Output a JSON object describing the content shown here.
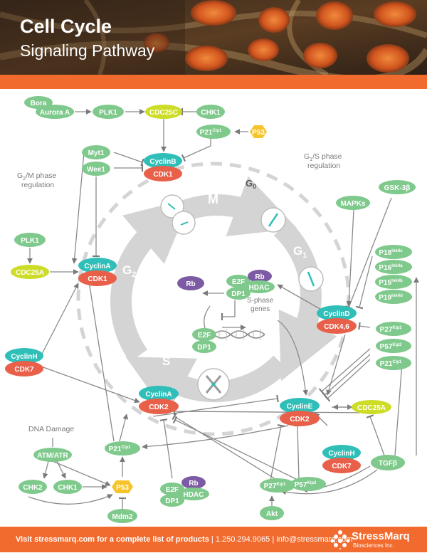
{
  "header": {
    "title": "Cell Cycle",
    "subtitle": "Signaling Pathway"
  },
  "footer": {
    "visit": "Visit stressmarq.com for a complete list of products",
    "sep1": " | ",
    "phone": "1.250.294.9065",
    "sep2": " | ",
    "email": "info@stressmarq.com",
    "brand": "StressMarq",
    "brand_sub": "Biosciences Inc."
  },
  "colors": {
    "green": "#7fc98c",
    "teal": "#2fbfb8",
    "red": "#e8604a",
    "yellow": "#cddc27",
    "purple": "#7c5aa4",
    "gold": "#f5c32a",
    "orange": "#f26b2e",
    "ring": "#d4d4d4"
  },
  "phases": {
    "m": "M",
    "g1": "G",
    "g1_sub": "1",
    "g2": "G",
    "g2_sub": "2",
    "s": "S",
    "g0": "G",
    "g0_sub": "0"
  },
  "labels": {
    "g2m_a": "G",
    "g2m_sub": "2",
    "g2m_b": "/M phase",
    "g2m_c": "regulation",
    "g1s_a": "G",
    "g1s_sub": "1",
    "g1s_b": "/S phase",
    "g1s_c": "regulation",
    "sphase_a": "S-phase",
    "sphase_b": "genes",
    "dna_damage": "DNA Damage"
  },
  "nodes": {
    "bora": "Bora",
    "aurora_a": "Aurora A",
    "plk1_top": "PLK1",
    "cdc25c": "CDC25C",
    "chk1_top": "CHK1",
    "p21_top": "P21",
    "p21_top_sup": "Cip1",
    "p53_top": "P53",
    "myt1": "Myt1",
    "wee1": "Wee1",
    "cyclinb": "CyclinB",
    "cdk1_top": "CDK1",
    "plk1_left": "PLK1",
    "cdc25a_left": "CDC25A",
    "cyclina_left": "CyclinA",
    "cdk1_left": "CDK1",
    "cyclinh_left": "CyclinH",
    "cdk7_left": "CDK7",
    "gsk3b": "GSK-3β",
    "mapks": "MAPKs",
    "cyclind": "CyclinD",
    "cdk46": "CDK4,6",
    "p18": "P18",
    "p18_sup": "Ink4c",
    "p16": "P16",
    "p16_sup": "Ink4a",
    "p15": "P15",
    "p15_sup": "Ink4b",
    "p19": "P19",
    "p19_sup": "Ink4d",
    "p27_right": "P27",
    "p27_right_sup": "Kip1",
    "p57_right": "P57",
    "p57_right_sup": "Kip2",
    "p21_right": "P21",
    "p21_right_sup": "Cip1",
    "rb_mid": "Rb",
    "e2f_mid": "E2F",
    "rb_mid2": "Rb",
    "hdac_mid": "HDAC",
    "dp1_mid": "DP1",
    "e2f_genes": "E2F",
    "dp1_genes": "DP1",
    "cyclina_bot": "CyclinA",
    "cdk2_bot": "CDK2",
    "cycline": "CyclinE",
    "cdk2_right": "CDK2",
    "cdc25a_right": "CDC25A",
    "cyclinh_right": "CyclinH",
    "cdk7_right": "CDK7",
    "tgfb": "TGFβ",
    "atm_atr": "ATM/ATR",
    "chk2": "CHK2",
    "chk1_bot": "CHK1",
    "p53_bot": "P53",
    "p21_bot": "P21",
    "p21_bot_sup": "Cip1",
    "mdm2": "Mdm2",
    "rb_bot": "Rb",
    "e2f_bot": "E2F",
    "hdac_bot": "HDAC",
    "dp1_bot": "DP1",
    "p27_bot": "P27",
    "p27_bot_sup": "Kip1",
    "p57_bot": "P57",
    "p57_bot_sup": "Kip2",
    "akt": "Akt"
  }
}
